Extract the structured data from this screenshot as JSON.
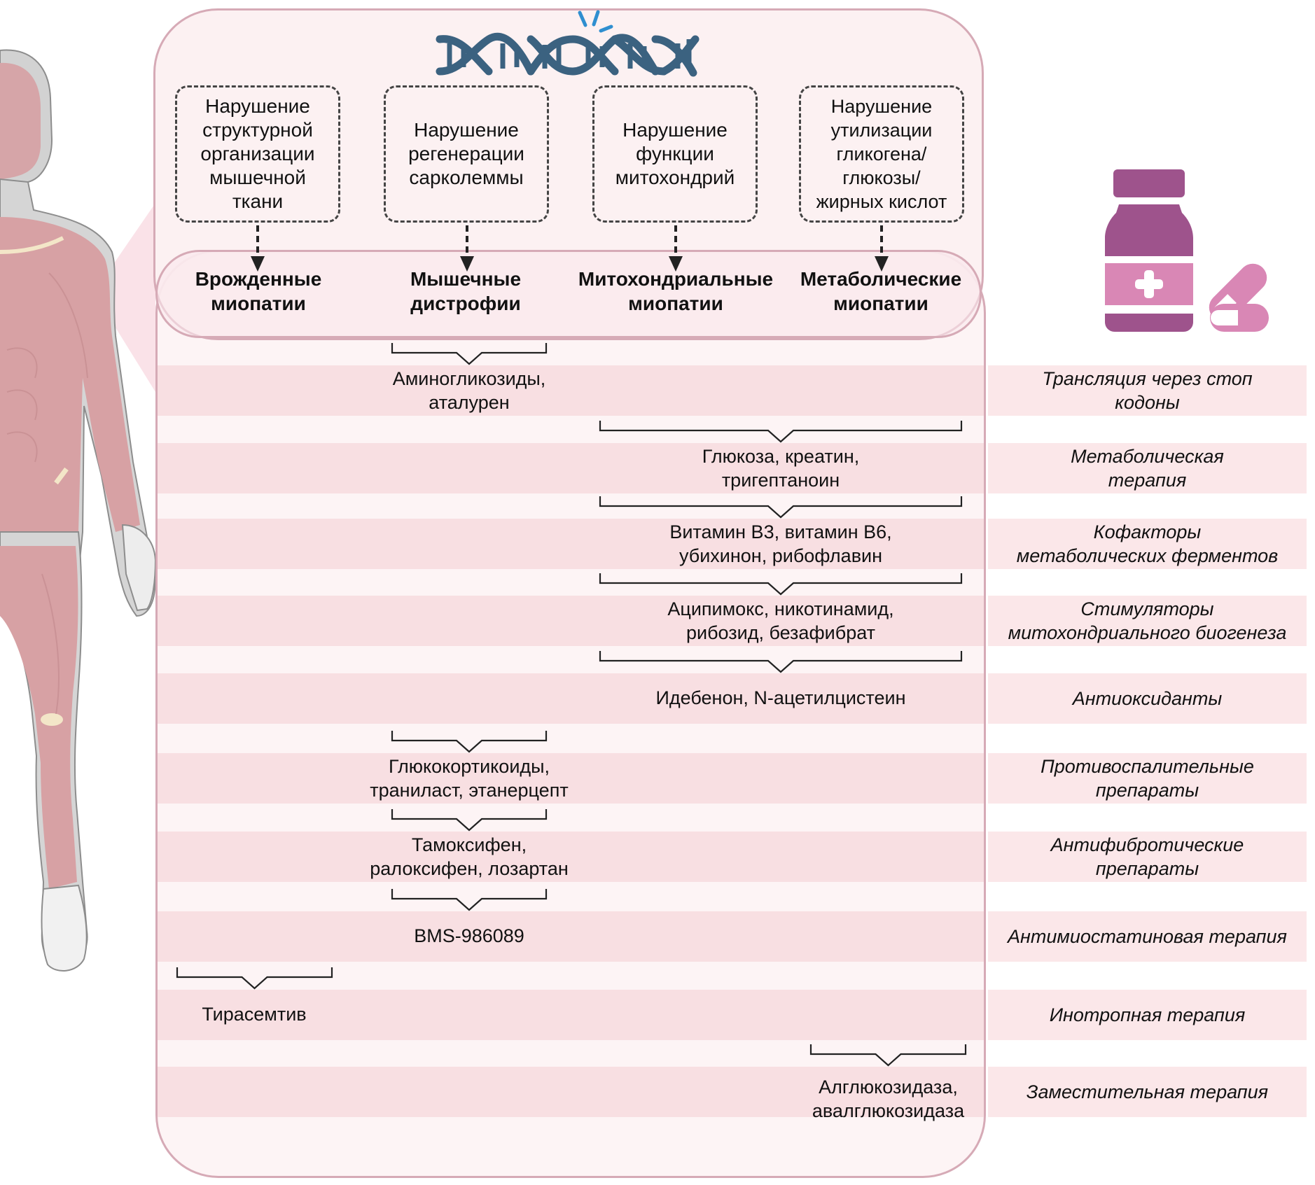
{
  "diagram": {
    "title_icon": "dna-icon",
    "causes": [
      {
        "id": "structural",
        "text": "Нарушение\nструктурной\nорганизации\nмышечной\nткани"
      },
      {
        "id": "regeneration",
        "text": "Нарушение\nрегенерации\nсарколеммы"
      },
      {
        "id": "mitochondria",
        "text": "Нарушение\nфункции\nмитохондрий"
      },
      {
        "id": "utilization",
        "text": "Нарушение\nутилизации\nгликогена/\nглюкозы/\nжирных кислот"
      }
    ],
    "diseases": [
      {
        "id": "congenital",
        "text": "Врожденные\nмиопатии"
      },
      {
        "id": "dystrophies",
        "text": "Мышечные\nдистрофии"
      },
      {
        "id": "mitochondrial",
        "text": "Митохондриальные\nмиопатии"
      },
      {
        "id": "metabolic",
        "text": "Метаболические\nмиопатии"
      }
    ],
    "therapies": [
      {
        "drugs": "Аминогликозиды,\nаталурен",
        "category": "Трансляция через стоп\nкодоны",
        "targets": [
          "dystrophies"
        ]
      },
      {
        "drugs": "Глюкоза, креатин,\nтригептаноин",
        "category": "Метаболическая\nтерапия",
        "targets": [
          "mitochondrial",
          "metabolic"
        ]
      },
      {
        "drugs": "Витамин B3, витамин B6,\nубихинон, рибофлавин",
        "category": "Кофакторы\nметаболических ферментов",
        "targets": [
          "mitochondrial",
          "metabolic"
        ]
      },
      {
        "drugs": "Аципимокс, никотинамид,\nрибозид, безафибрат",
        "category": "Стимуляторы\nмитохондриального биогенеза",
        "targets": [
          "mitochondrial",
          "metabolic"
        ]
      },
      {
        "drugs": "Идебенон, N-ацетилцистеин",
        "category": "Антиоксиданты",
        "targets": [
          "mitochondrial",
          "metabolic"
        ]
      },
      {
        "drugs": "Глюкокортикоиды,\nтранилаcт, этанерцепт",
        "category": "Противоспалительные\nпрепараты",
        "targets": [
          "dystrophies"
        ]
      },
      {
        "drugs": "Тамоксифен,\nралоксифен, лозартан",
        "category": "Антифибротические\nпрепараты",
        "targets": [
          "dystrophies"
        ]
      },
      {
        "drugs": "BMS-986089",
        "category": "Антимиостатиновая терапия",
        "targets": [
          "dystrophies"
        ]
      },
      {
        "drugs": "Тирасемтив",
        "category": "Инотропная терапия",
        "targets": [
          "congenital"
        ]
      },
      {
        "drugs": "Алглюкозидаза,\nавалглюкозидаза",
        "category": "Заместительная терапия",
        "targets": [
          "metabolic"
        ]
      }
    ],
    "icons": {
      "figure": "human-muscle-anatomy-icon",
      "medicine": "medicine-bottle-with-pills-icon"
    },
    "colors": {
      "panel_border": "#d6aab6",
      "panel_fill": "#fdf4f5",
      "band_mid": "#f8dfe2",
      "band_right": "#fbe7e9",
      "dna": "#3b6280",
      "dna_spark": "#2f8fd0",
      "bottle_dark": "#9e538c",
      "bottle_light": "#d987b5",
      "muscle": "#d9a3a6"
    }
  }
}
